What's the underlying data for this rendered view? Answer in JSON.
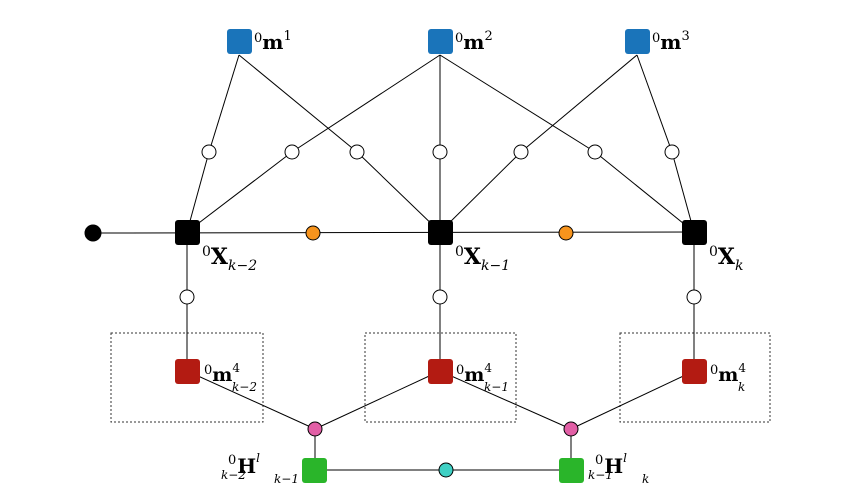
{
  "colors": {
    "landmark": "#1a74ba",
    "pose": "#000000",
    "local_landmark": "#b31b12",
    "transform": "#2ab52a",
    "odometry_factor": "#f7941d",
    "prior_factor": "#000000",
    "observation_factor": "#ffffff",
    "transform_factor": "#e25fa6",
    "between_transform_factor": "#3fd0c4",
    "edge": "#000000",
    "box_border": "#333333"
  },
  "variables": {
    "landmarks": [
      {
        "label": {
          "pre": "0",
          "main": "m",
          "sup": "1"
        }
      },
      {
        "label": {
          "pre": "0",
          "main": "m",
          "sup": "2"
        }
      },
      {
        "label": {
          "pre": "0",
          "main": "m",
          "sup": "3"
        }
      }
    ],
    "poses": [
      {
        "label": {
          "pre": "0",
          "main": "X",
          "sub": "k−2"
        }
      },
      {
        "label": {
          "pre": "0",
          "main": "X",
          "sub": "k−1"
        }
      },
      {
        "label": {
          "pre": "0",
          "main": "X",
          "sub": "k"
        }
      }
    ],
    "local_landmarks": [
      {
        "label": {
          "pre": "0",
          "main": "m",
          "sup": "4",
          "sub": "k−2"
        }
      },
      {
        "label": {
          "pre": "0",
          "main": "m",
          "sup": "4",
          "sub": "k−1"
        }
      },
      {
        "label": {
          "pre": "0",
          "main": "m",
          "sup": "4",
          "sub": "k"
        }
      }
    ],
    "transforms": [
      {
        "label": {
          "presub": "k−2",
          "pre": "0",
          "main": "H",
          "sup": "l",
          "sub": "k−1"
        }
      },
      {
        "label": {
          "presub": "k−1",
          "pre": "0",
          "main": "H",
          "sup": "l",
          "sub": "k"
        }
      }
    ]
  }
}
